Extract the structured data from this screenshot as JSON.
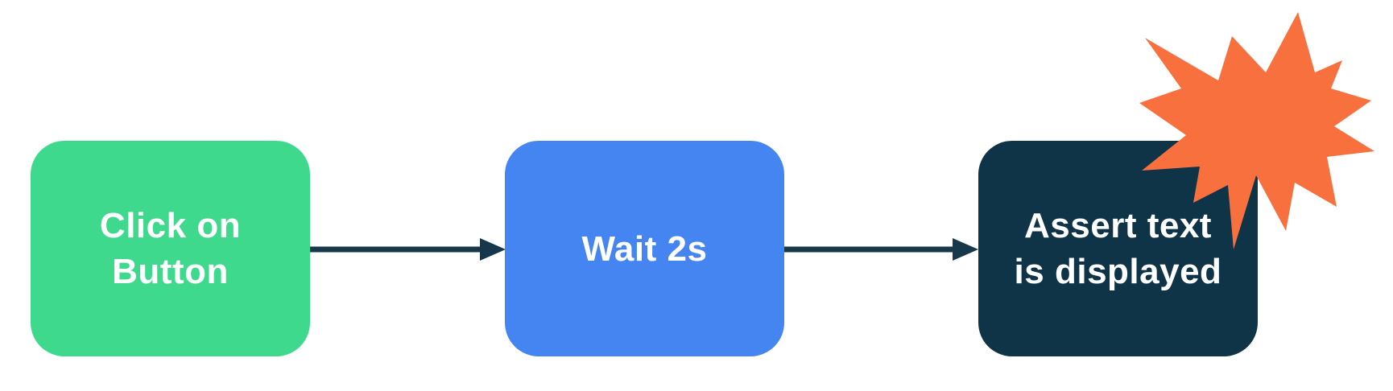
{
  "diagram": {
    "background": "#FFFFFF",
    "nodes": [
      {
        "id": "click-on-button",
        "label": "Click on Button",
        "line1": "Click on",
        "line2": "Button",
        "fill": "#3ED98C",
        "text_color": "#FFFFFF"
      },
      {
        "id": "wait-2s",
        "label": "Wait 2s",
        "line1": "Wait 2s",
        "line2": "",
        "fill": "#4485F1",
        "text_color": "#FFFFFF"
      },
      {
        "id": "assert-text-is-displayed",
        "label": "Assert text is displayed",
        "line1": "Assert text",
        "line2": "is displayed",
        "fill": "#0F3447",
        "text_color": "#FFFFFF"
      }
    ],
    "connectors": [
      {
        "from": "click-on-button",
        "to": "wait-2s"
      },
      {
        "from": "wait-2s",
        "to": "assert-text-is-displayed"
      }
    ],
    "connector_color": "#16384A",
    "burst": {
      "shape": "explosion-starburst",
      "fill": "#F8703D"
    }
  }
}
